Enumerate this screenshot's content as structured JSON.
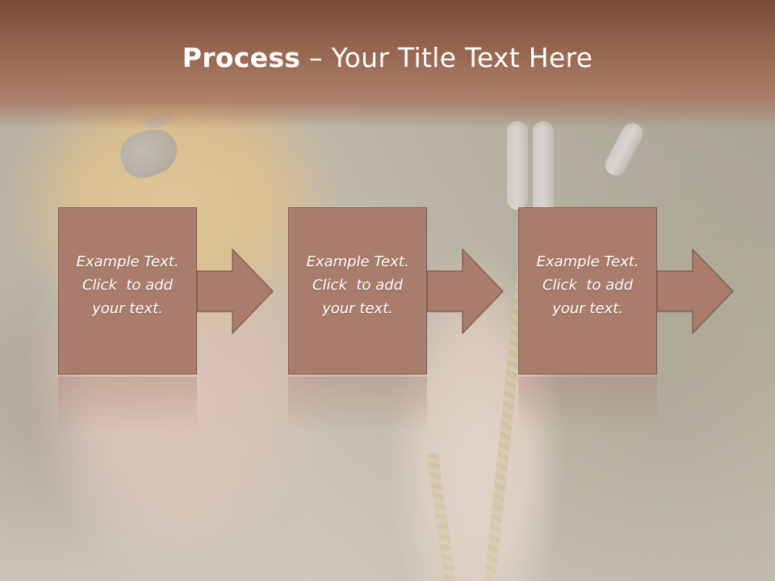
{
  "slide": {
    "title_bold": "Process",
    "title_rest": " – Your Title Text Here"
  },
  "steps": [
    {
      "line1": "Example Text.",
      "line2": "Click  to add",
      "line3": "your text."
    },
    {
      "line1": "Example Text.",
      "line2": "Click  to add",
      "line3": "your text."
    },
    {
      "line1": "Example Text.",
      "line2": "Click  to add",
      "line3": "your text."
    }
  ],
  "colors": {
    "title_bar": "#9a6a54",
    "box_fill": "#a97c6c",
    "box_border": "#7a5448",
    "text": "#ffffff"
  }
}
